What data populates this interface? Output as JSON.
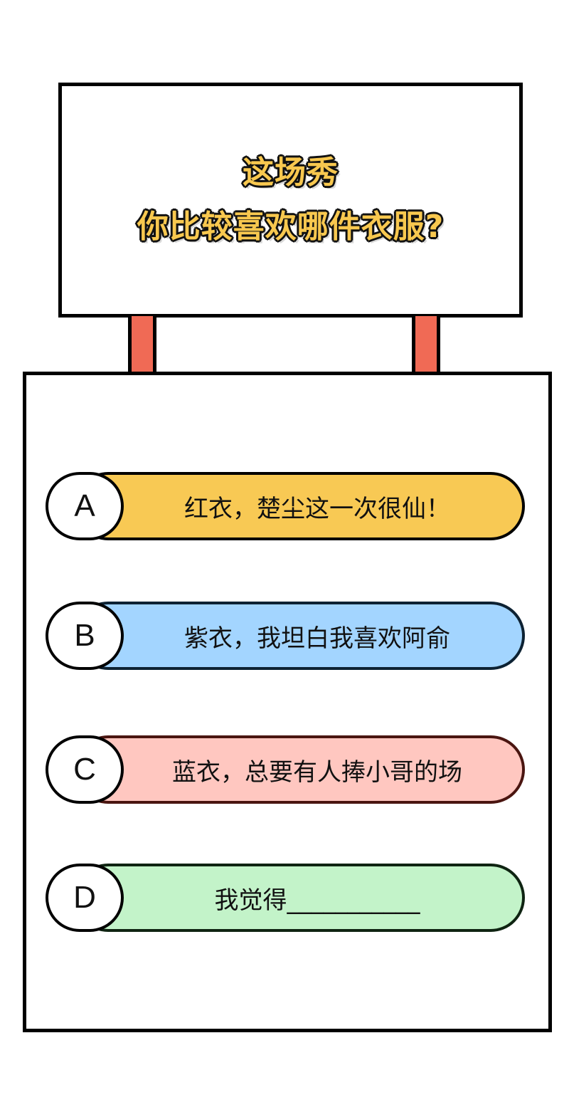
{
  "sign": {
    "line1": "这场秀",
    "line2": "你比较喜欢哪件衣服?"
  },
  "options": [
    {
      "letter": "A",
      "text": "红衣，楚尘这一次很仙！",
      "color": "#f8c954",
      "border": "#000000"
    },
    {
      "letter": "B",
      "text": "紫衣，我坦白我喜欢阿俞",
      "color": "#a3d5ff",
      "border": "#0d2233"
    },
    {
      "letter": "C",
      "text": "蓝衣，总要有人捧小哥的场",
      "color": "#ffc7c0",
      "border": "#4a1510"
    },
    {
      "letter": "D",
      "text": "我觉得___________",
      "color": "#c3f3c9",
      "border": "#0f2412"
    }
  ],
  "colors": {
    "title_fill": "#f8c84f",
    "pole": "#f06a55",
    "outline": "#000000"
  }
}
